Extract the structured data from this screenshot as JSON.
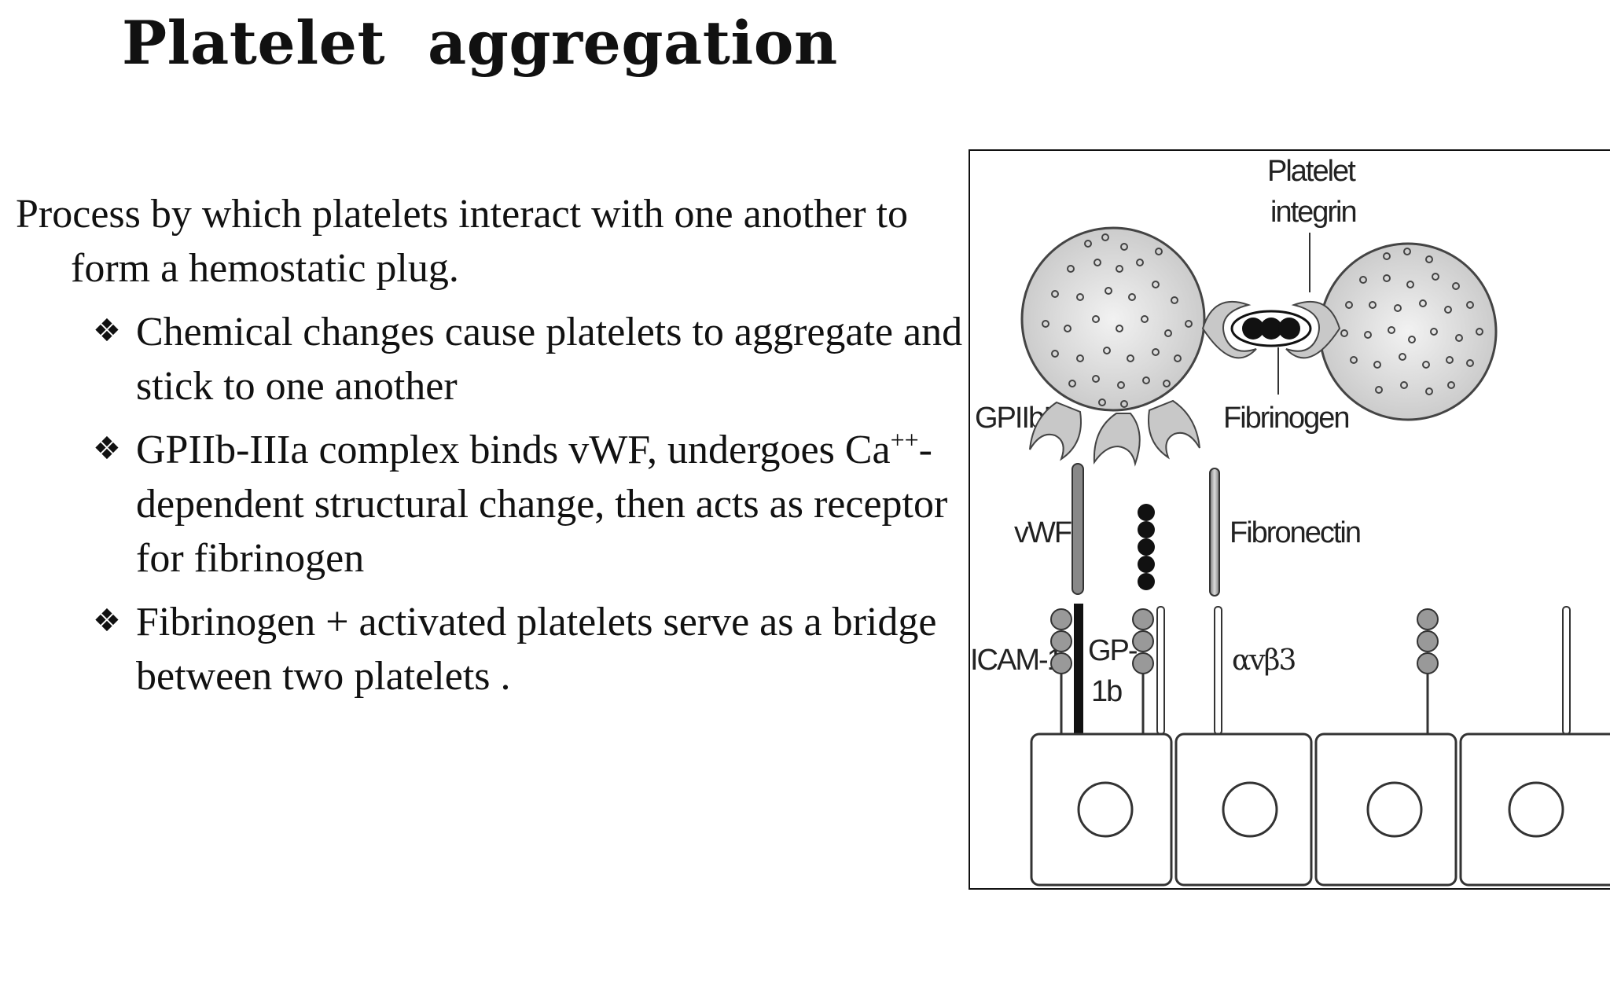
{
  "title": "Platelet  aggregation",
  "intro": "Process by which platelets interact with one another to form a hemostatic plug.",
  "bullets": [
    {
      "marker": "❖",
      "text": "Chemical changes cause platelets to aggregate and stick to one another"
    },
    {
      "marker": "❖",
      "pre": "GPIIb-IIIa complex binds vWF, undergoes Ca",
      "sup": "++",
      "post": "-dependent structural change, then acts as receptor for fibrinogen"
    },
    {
      "marker": "❖",
      "text": "Fibrinogen + activated platelets serve as a bridge between two platelets ."
    }
  ],
  "figure": {
    "labels": {
      "platelet_integrin_1": "Platelet",
      "platelet_integrin_2": "integrin",
      "gpiibiiia": "GPIIbIIIa",
      "fibrinogen": "Fibrinogen",
      "vwf": "vWF",
      "fibronectin": "Fibronectin",
      "icam1": "ICAM-1",
      "gp1b_1": "GP-",
      "gp1b_2": "1b",
      "avb3": "αvβ3"
    }
  }
}
